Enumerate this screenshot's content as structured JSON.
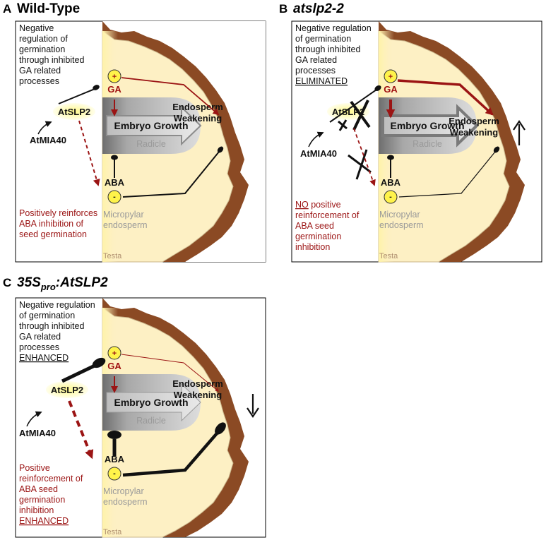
{
  "panels": [
    {
      "letter": "A",
      "title": "Wild-Type",
      "black_note": [
        "Negative",
        "regulation of",
        "germination",
        "through inhibited",
        "GA related",
        "processes"
      ],
      "red_note": [
        "Positively reinforces",
        "ABA inhibition of",
        "seed germination"
      ]
    },
    {
      "letter": "B",
      "title": "atslp2-2",
      "black_note": [
        "Negative regulation",
        "of germination",
        "through inhibited",
        "GA related",
        "processes",
        "ELIMINATED"
      ],
      "red_note": [
        "NO positive",
        "reinforcement of",
        "ABA seed",
        "germination",
        "inhibition"
      ]
    },
    {
      "letter": "C",
      "title_main": "35S",
      "title_sub": "pro",
      "title_rest": ":AtSLP2",
      "black_note": [
        "Negative regulation",
        "of germination",
        "through inhibited",
        "GA related",
        "processes",
        "ENHANCED"
      ],
      "red_note": [
        "Positive",
        "reinforcement of",
        "ABA seed",
        "germination",
        "inhibition",
        "ENHANCED"
      ]
    }
  ],
  "labels": {
    "ga": "GA",
    "aba": "ABA",
    "plus": "+",
    "minus": "-",
    "slp2": "AtSLP2",
    "mia40": "AtMIA40",
    "embryo": "Embryo Growth",
    "radicle": "Radicle",
    "endo1": "Endosperm",
    "endo2": "Weakening",
    "micro1": "Micropylar",
    "micro2": "endosperm",
    "testa": "Testa"
  },
  "colors": {
    "red": "#9b1414",
    "testa": "#8a4a22",
    "endosperm": "#fdf0c4",
    "highlight": "#fffa7a"
  }
}
